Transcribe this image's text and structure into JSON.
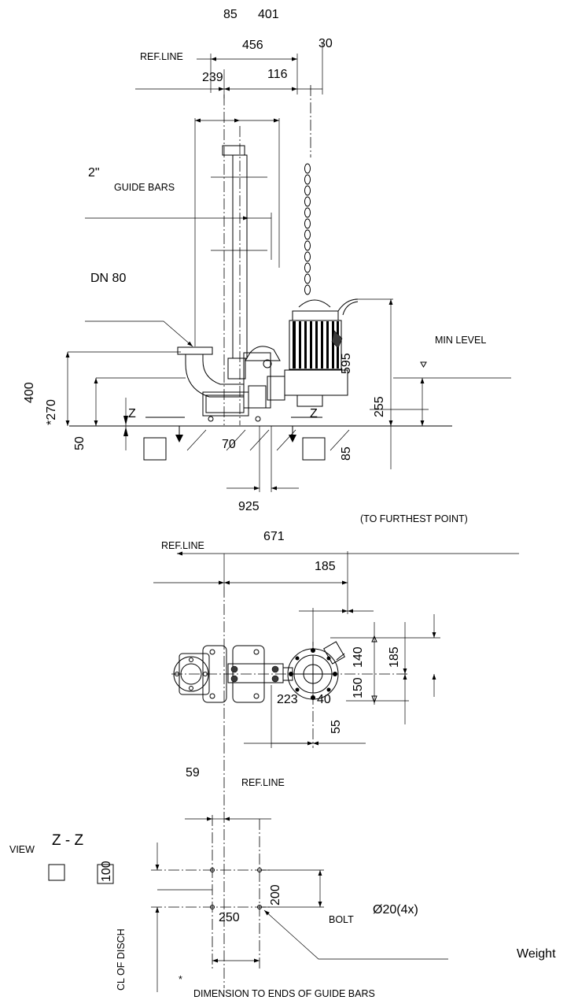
{
  "side_view": {
    "dims": {
      "d85": "85",
      "d401": "401",
      "d456": "456",
      "d30": "30",
      "d239": "239",
      "d116": "116",
      "d595": "595",
      "d255": "255",
      "d400": "400",
      "d270": "*270",
      "d50": "50",
      "d70": "70",
      "d85b": "85",
      "d925": "925"
    },
    "labels": {
      "ref_line": "REF.LINE",
      "guide_size": "2\"",
      "guide_bars": "GUIDE BARS",
      "dn": "DN 80",
      "min_level": "MIN LEVEL",
      "z_left": "Z",
      "z_right": "Z"
    }
  },
  "top_view": {
    "dims": {
      "d671": "671",
      "d185": "185",
      "d140": "140",
      "d185b": "185",
      "d150": "150",
      "d223": "223",
      "d40": "40",
      "d55": "55"
    },
    "labels": {
      "furthest": "(TO FURTHEST POINT)",
      "ref_line": "REF.LINE"
    }
  },
  "z_view": {
    "dims": {
      "d59": "59",
      "d100": "100",
      "d200": "200",
      "d250": "250"
    },
    "labels": {
      "ref_line": "REF.LINE",
      "view": "VIEW",
      "zz": "Z - Z",
      "bolt": "BOLT",
      "bolt_size": "Ø20(4x)",
      "cl_disch": "CL OF DISCH",
      "weight": "Weight",
      "asterisk": "*",
      "note": "DIMENSION TO ENDS OF GUIDE BARS"
    }
  }
}
